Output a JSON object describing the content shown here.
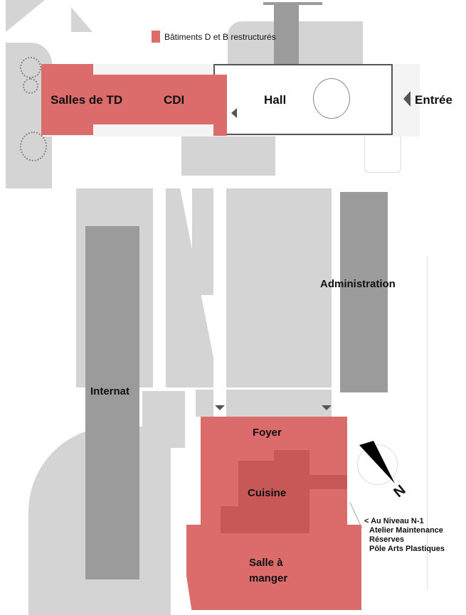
{
  "legend": {
    "label": "Bâtiments D et B restructurés",
    "color": "#dc6b6b"
  },
  "buildings": {
    "salles_td": "Salles de TD",
    "cdi": "CDI",
    "hall": "Hall",
    "entree": "Entrée",
    "administration": "Administration",
    "internat": "Internat",
    "foyer": "Foyer",
    "cuisine": "Cuisine",
    "salle_a_manger": "Salle à\nmanger"
  },
  "note": {
    "line1": "< Au Niveau N-1",
    "line2": "Atelier Maintenance",
    "line3": "Réserves",
    "line4": "Pôle Arts Plastiques"
  },
  "compass": {
    "label": "N"
  },
  "colors": {
    "restructured": "#dc6b6b",
    "building_gray": "#9b9b9b",
    "ground_gray": "#d4d4d4"
  }
}
